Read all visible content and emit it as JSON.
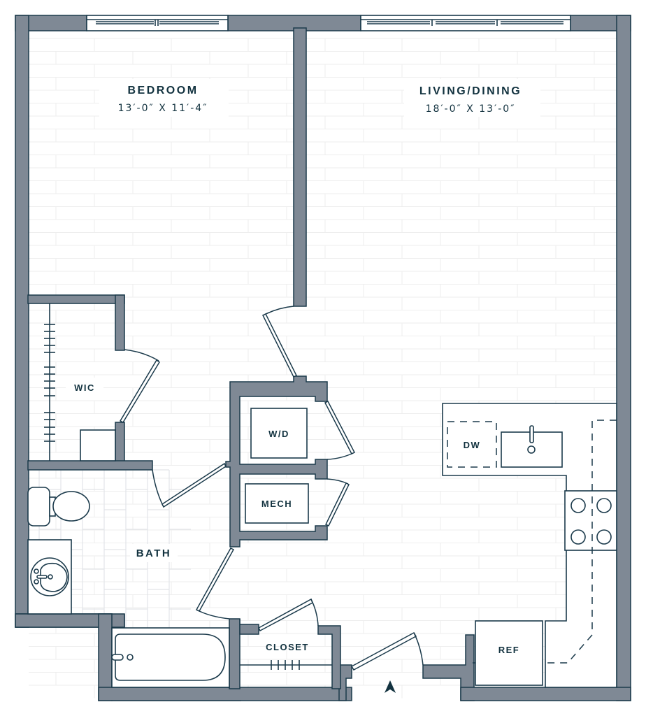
{
  "floor_plan": {
    "colors": {
      "wall_fill": "#7f8995",
      "outline": "#1b3a4b",
      "text": "#12323f",
      "floor": "#ffffff"
    },
    "rooms": {
      "bedroom": {
        "name": "BEDROOM",
        "dimensions": "13′-0″ X 11′-4″"
      },
      "living_dining": {
        "name": "LIVING/DINING",
        "dimensions": "18′-0″ X 13′-0″"
      },
      "wic": {
        "name": "WIC"
      },
      "bath": {
        "name": "BATH"
      },
      "closet": {
        "name": "CLOSET"
      }
    },
    "fixtures": {
      "washer_dryer": "W/D",
      "mechanical": "MECH",
      "dishwasher": "DW",
      "refrigerator": "REF"
    },
    "icons": {
      "entry_marker": "entry-arrow-icon"
    }
  }
}
